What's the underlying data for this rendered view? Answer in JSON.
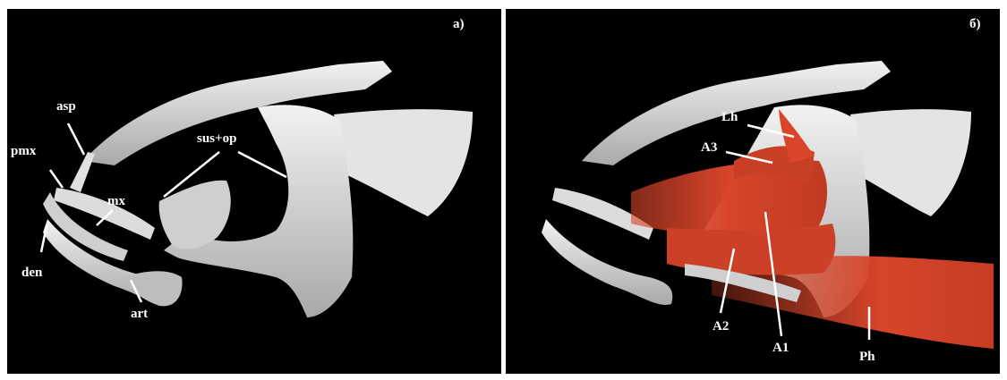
{
  "panels": [
    {
      "letter": "а)",
      "labels": {
        "asp": "asp",
        "pmx": "pmx",
        "mx": "mx",
        "den": "den",
        "art": "art",
        "susop": "sus+op"
      }
    },
    {
      "letter": "б)",
      "labels": {
        "lh": "Lh",
        "a3": "A3",
        "a2": "A2",
        "a1": "A1",
        "ph": "Ph"
      }
    }
  ],
  "colors": {
    "background": "#000000",
    "bone": "#d9d9d9",
    "muscle": "#d8452a",
    "text": "#ffffff"
  }
}
